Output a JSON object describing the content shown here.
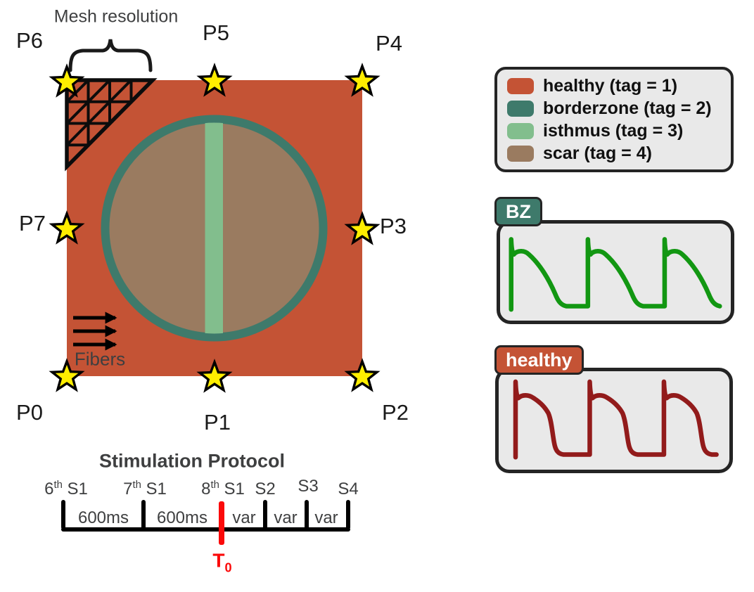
{
  "colors": {
    "healthy": "#C45335",
    "borderzone": "#3E7A6B",
    "isthmus": "#82BE8D",
    "scar": "#9A7B60",
    "star": "#FFEE00",
    "trace_bz": "#129712",
    "trace_healthy": "#921B1B",
    "panel_bg": "#E9E9E9",
    "panel_border": "#242424",
    "accent_red": "#FB0A0A",
    "text_gray": "#3E3F40"
  },
  "mesh_label": "Mesh resolution",
  "fibers_label": "Fibers",
  "points": {
    "p0": "P0",
    "p1": "P1",
    "p2": "P2",
    "p3": "P3",
    "p4": "P4",
    "p5": "P5",
    "p6": "P6",
    "p7": "P7"
  },
  "legend": {
    "items": [
      {
        "label": "healthy (tag = 1)",
        "color_key": "healthy"
      },
      {
        "label": "borderzone (tag = 2)",
        "color_key": "borderzone"
      },
      {
        "label": "isthmus (tag = 3)",
        "color_key": "isthmus"
      },
      {
        "label": "scar (tag = 4)",
        "color_key": "scar"
      }
    ]
  },
  "trace_panels": {
    "bz_tag": "BZ",
    "healthy_tag": "healthy"
  },
  "protocol": {
    "title": "Stimulation Protocol",
    "stimuli": [
      {
        "base": "6",
        "sup": "th",
        "rest": " S1"
      },
      {
        "base": "7",
        "sup": "th",
        "rest": " S1"
      },
      {
        "base": "8",
        "sup": "th",
        "rest": " S1"
      },
      {
        "base": "S2",
        "sup": "",
        "rest": ""
      },
      {
        "base": "S3",
        "sup": "",
        "rest": ""
      },
      {
        "base": "S4",
        "sup": "",
        "rest": ""
      }
    ],
    "intervals": [
      "600ms",
      "600ms",
      "var",
      "var",
      "var"
    ],
    "t0_base": "T",
    "t0_sub": "0"
  }
}
